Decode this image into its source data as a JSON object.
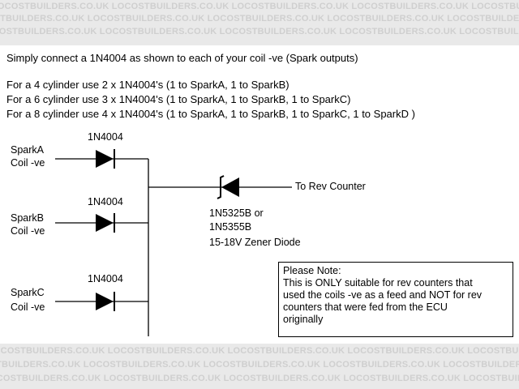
{
  "watermark": {
    "text": "LOCOSTBUILDERS.CO.UK",
    "color": "#cfcfcf",
    "band_color": "#e9e9e9"
  },
  "intro": {
    "line1": "Simply connect a 1N4004 as shown to each of your coil -ve (Spark outputs)",
    "line2": "For a 4 cylinder use 2 x 1N4004's (1 to SparkA, 1 to SparkB)",
    "line3": "For a 6 cylinder use 3 x 1N4004's (1 to SparkA, 1 to SparkB, 1 to SparkC)",
    "line4": "For a 8 cylinder use 4 x 1N4004's (1 to SparkA, 1 to SparkB, 1 to SparkC, 1 to SparkD )"
  },
  "diagram": {
    "inputs": [
      {
        "line1": "SparkA",
        "line2": "Coil -ve",
        "diode": "1N4004"
      },
      {
        "line1": "SparkB",
        "line2": "Coil -ve",
        "diode": "1N4004"
      },
      {
        "line1": "SparkC",
        "line2": "Coil -ve",
        "diode": "1N4004"
      }
    ],
    "output_label": "To Rev Counter",
    "zener": {
      "line1": "1N5325B or",
      "line2": "1N5355B",
      "line3": "15-18V Zener Diode"
    }
  },
  "note": {
    "title": "Please Note:",
    "line1": "This is ONLY suitable for rev counters that",
    "line2": "used the coils -ve as a feed and NOT for rev",
    "line3": "counters that were fed from the ECU",
    "line4": "originally"
  }
}
